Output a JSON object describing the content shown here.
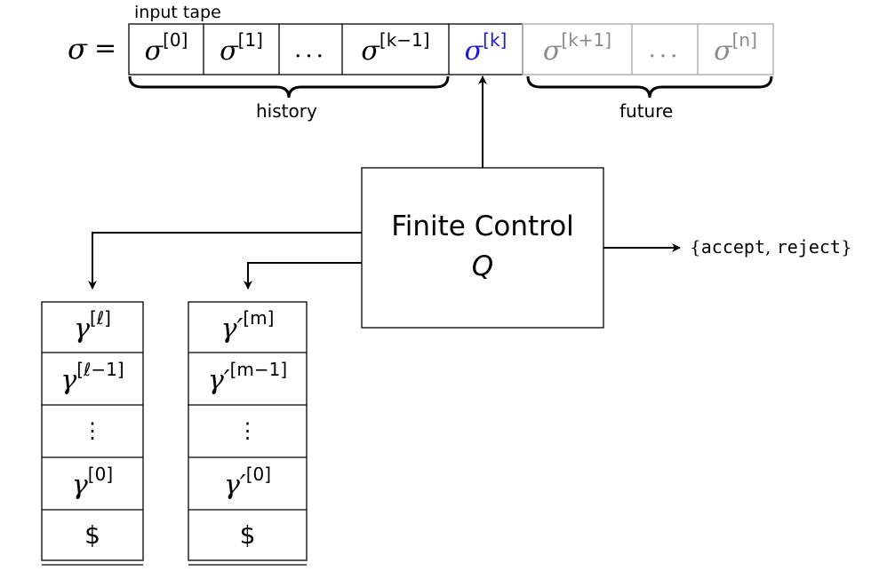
{
  "tape": {
    "label": "input tape",
    "sigma": "σ",
    "equals": "=",
    "cells": [
      {
        "base": "σ",
        "sup": "[0]",
        "kind": "history"
      },
      {
        "base": "σ",
        "sup": "[1]",
        "kind": "history"
      },
      {
        "base": "",
        "sup": "",
        "dots": "...",
        "kind": "history"
      },
      {
        "base": "σ",
        "sup": "[k−1]",
        "kind": "history"
      },
      {
        "base": "σ",
        "sup": "[k]",
        "kind": "current"
      },
      {
        "base": "σ",
        "sup": "[k+1]",
        "kind": "future"
      },
      {
        "base": "",
        "sup": "",
        "dots": "...",
        "kind": "future"
      },
      {
        "base": "σ",
        "sup": "[n]",
        "kind": "future"
      }
    ],
    "history_label": "history",
    "future_label": "future"
  },
  "control": {
    "title": "Finite Control",
    "symbol": "Q",
    "output_open": "{",
    "output_accept": "accept",
    "output_comma": ",",
    "output_reject": "reject",
    "output_close": "}"
  },
  "stack1": {
    "cells": [
      {
        "base": "γ",
        "sup": "[ℓ]"
      },
      {
        "base": "γ",
        "sup": "[ℓ−1]"
      },
      {
        "vdots": "⋮"
      },
      {
        "base": "γ",
        "sup": "[0]"
      },
      {
        "dollar": "$"
      }
    ]
  },
  "stack2": {
    "cells": [
      {
        "base": "γ′",
        "sup": "[m]"
      },
      {
        "base": "γ′",
        "sup": "[m−1]"
      },
      {
        "vdots": "⋮"
      },
      {
        "base": "γ′",
        "sup": "[0]"
      },
      {
        "dollar": "$"
      }
    ]
  },
  "colors": {
    "current_cell": "#1a1ad6",
    "future_cell": "#8a8a8a",
    "line": "#000000"
  }
}
